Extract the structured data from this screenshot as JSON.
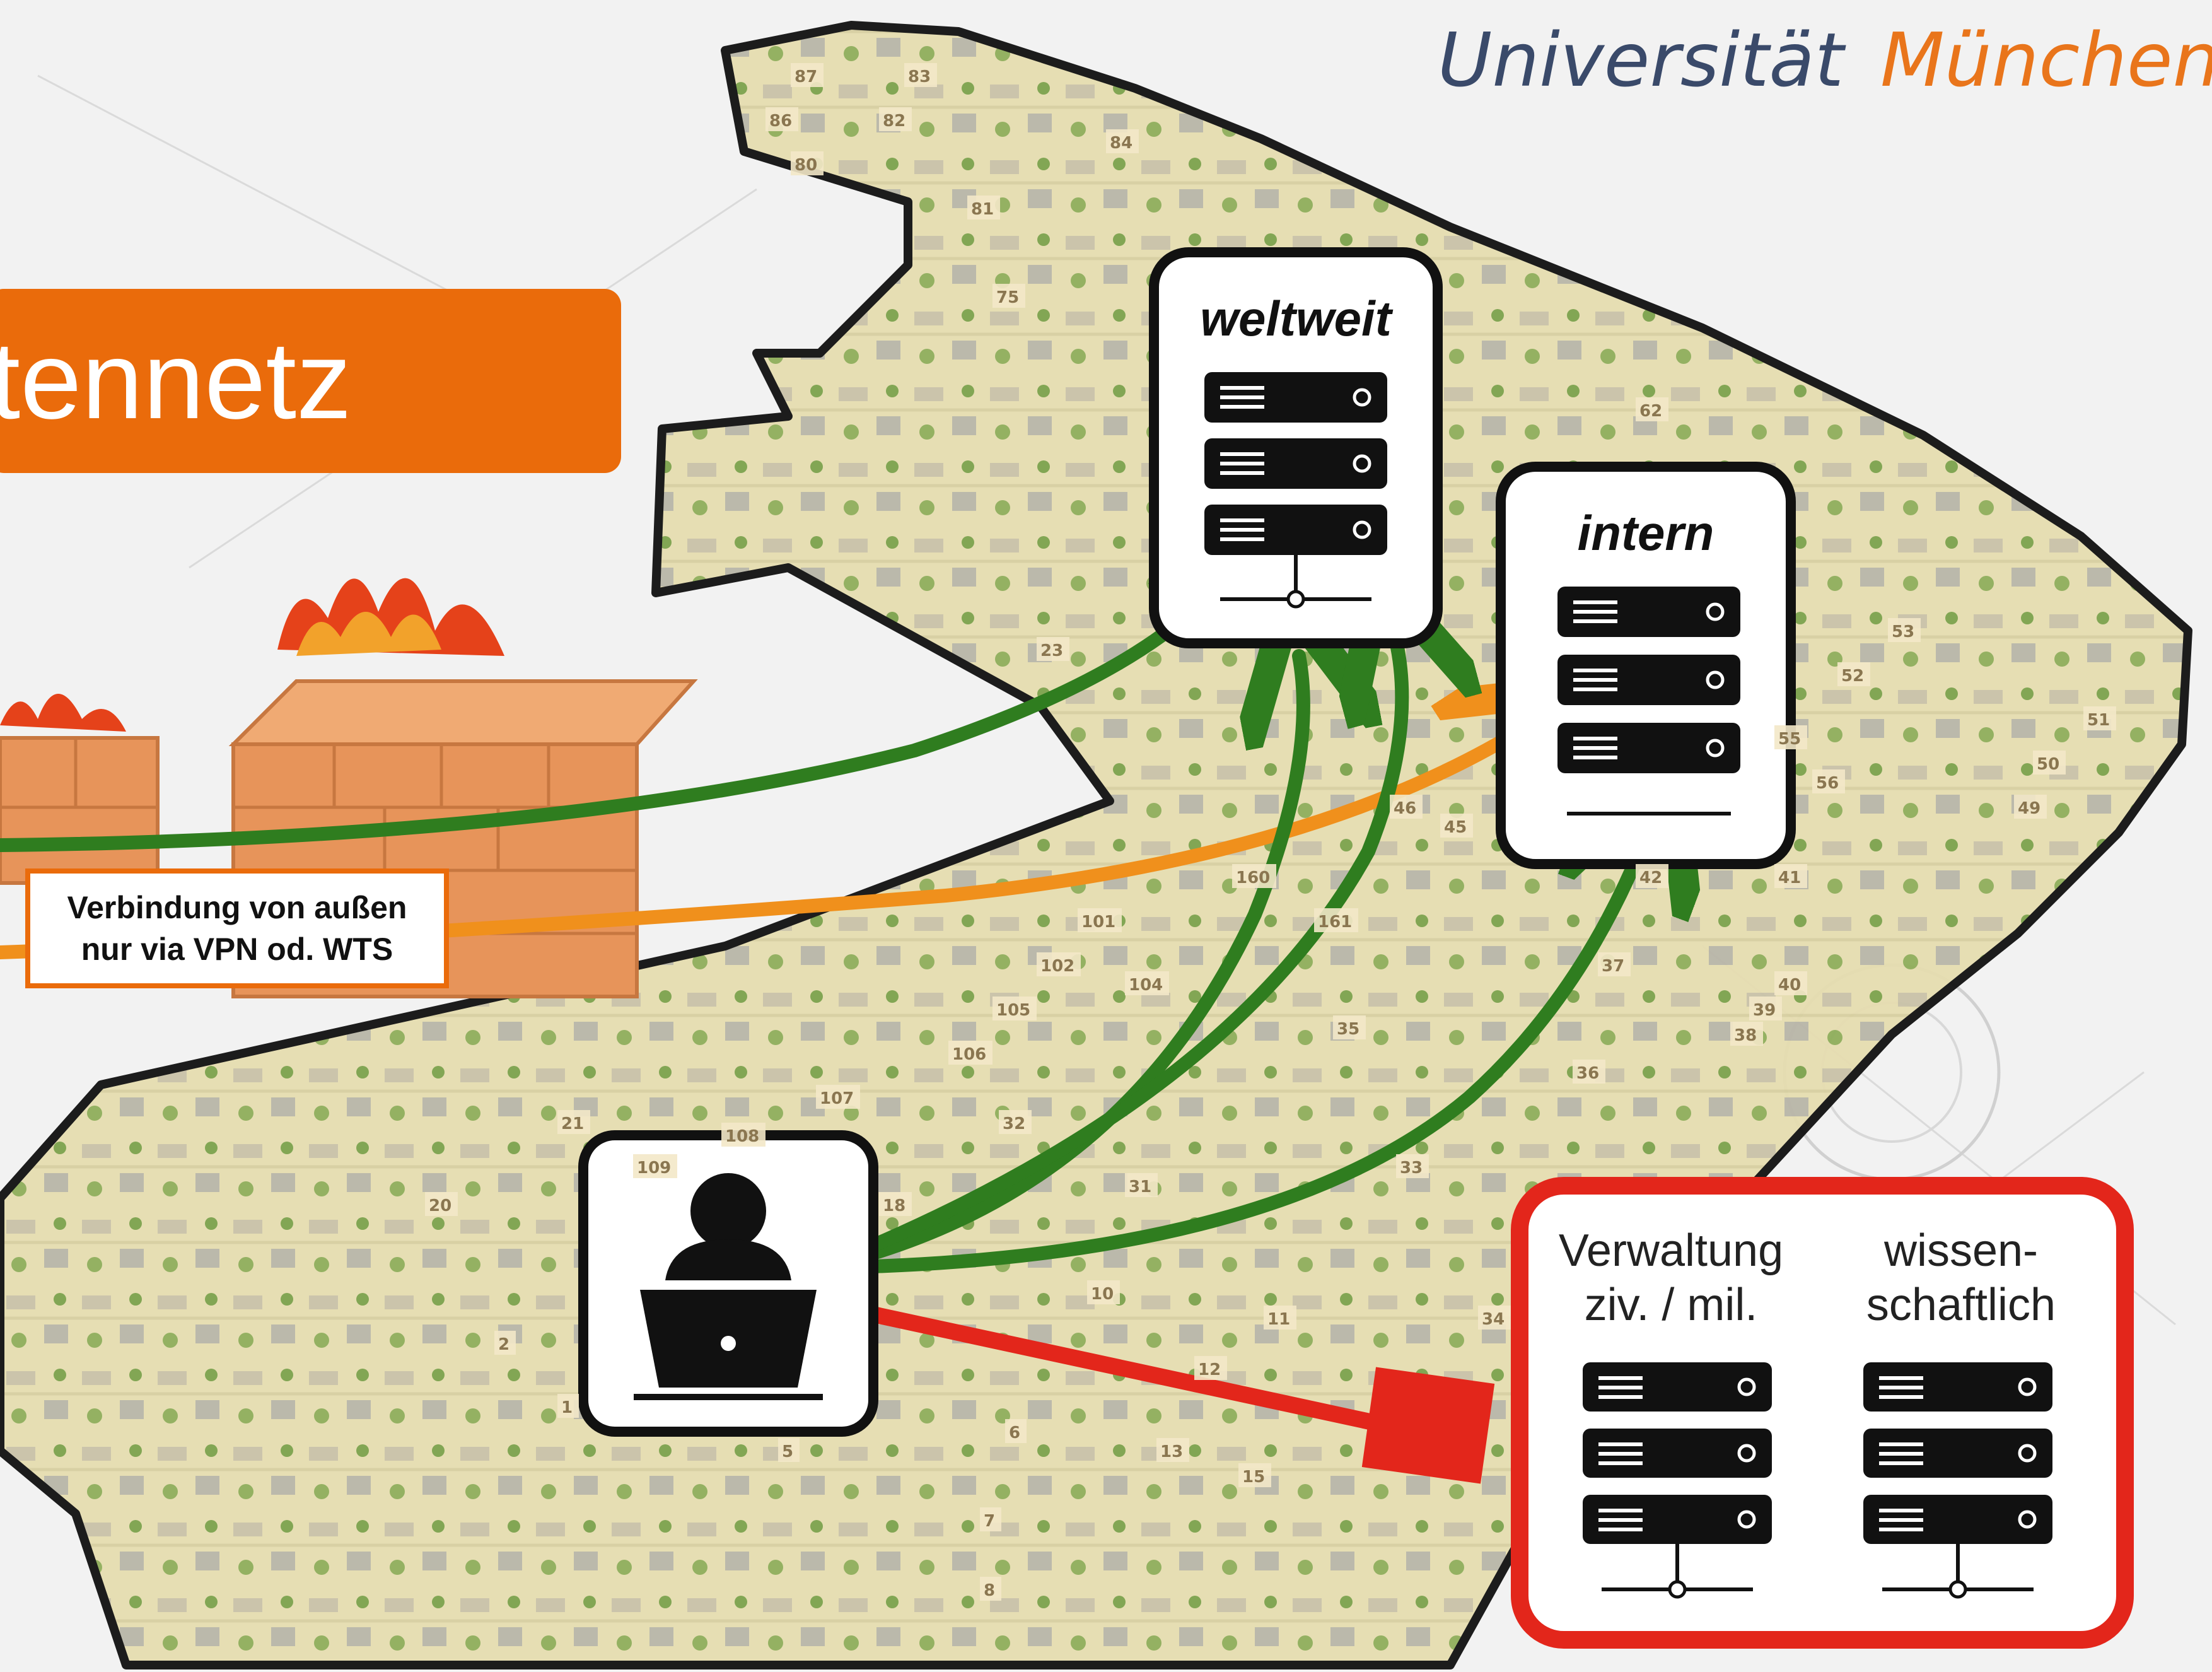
{
  "header": {
    "university_left": "Universität",
    "university_right": "München",
    "emblem_icon": "athena-head-emblem-icon"
  },
  "title": {
    "text_visible": "ldatennetz"
  },
  "firewall_note": {
    "line1": "Verbindung von außen",
    "line2": "nur via VPN od. WTS"
  },
  "servers": {
    "weltweit": {
      "label": "weltweit"
    },
    "intern": {
      "label": "intern"
    },
    "restricted": {
      "verwaltung_line1": "Verwaltung",
      "verwaltung_line2": "ziv. / mil.",
      "wissen_line1": "wissen-",
      "wissen_line2": "schaftlich"
    }
  },
  "map_building_numbers": [
    "87",
    "83",
    "86",
    "82",
    "80",
    "84",
    "81",
    "75",
    "62",
    "23",
    "53",
    "52",
    "51",
    "50",
    "49",
    "46",
    "45",
    "55",
    "56",
    "160",
    "161",
    "101",
    "102",
    "104",
    "105",
    "106",
    "107",
    "42",
    "41",
    "40",
    "39",
    "38",
    "37",
    "36",
    "35",
    "33",
    "32",
    "31",
    "21",
    "20",
    "109",
    "108",
    "18",
    "10",
    "11",
    "12",
    "13",
    "15",
    "34",
    "2",
    "1",
    "5",
    "6",
    "7",
    "8"
  ],
  "colors": {
    "accent_orange": "#ea6b0b",
    "arrow_green": "#2f7d1f",
    "arrow_orange": "#f0901c",
    "arrow_red": "#e3261b",
    "server_black": "#111111",
    "map_fill": "#e7dfb5",
    "brick": "#e7945a",
    "fire": "#e23b12"
  }
}
